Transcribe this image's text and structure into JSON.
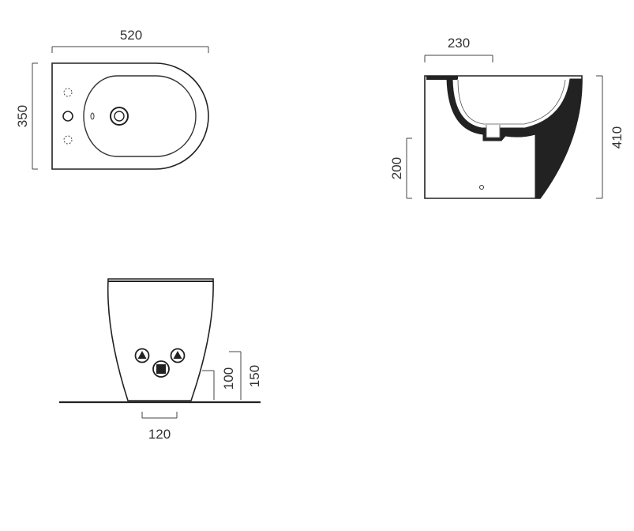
{
  "drawing": {
    "top_view": {
      "width_label": "520",
      "depth_label": "350"
    },
    "side_view": {
      "depth_label": "230",
      "height_label": "410",
      "inlet_height_label": "200"
    },
    "rear_view": {
      "base_width_label": "120",
      "outlet_height_a_label": "100",
      "outlet_height_b_label": "150"
    }
  }
}
